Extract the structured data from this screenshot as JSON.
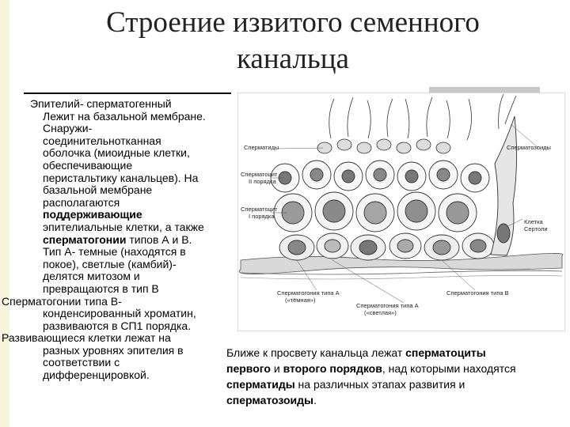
{
  "slide": {
    "title_line1": "Строение извитого семенного",
    "title_line2": "канальца"
  },
  "left_text": {
    "l1": "Эпителий- сперматогенный",
    "l2": "Лежит на базальной мембране.",
    "l3": "Снаружи-",
    "l4": "соединительнотканная",
    "l5": "оболочка (миоидные клетки,",
    "l6": "обеспечивающие",
    "l7": "перистальтику канальцев). На",
    "l8": "базальной мембране",
    "l9": "располагаются",
    "l10": "поддерживающие",
    "l11": "эпителиальные клетки, а также",
    "l12a": "сперматогонии",
    "l12b": " типов А и В.",
    "l13": "Тип А- темные (находятся в",
    "l14": "покое), светлые (камбий)-",
    "l15": "делятся митозом и",
    "l16": "превращаются в тип В",
    "l17": "Сперматогонии типа В-",
    "l18": "конденсированный хроматин,",
    "l19": "развиваются в СП1 порядка.",
    "l20": "Развивающиеся клетки лежат на",
    "l21": "разных уровнях эпителия в",
    "l22": "соответствии с",
    "l23": "дифференцировкой."
  },
  "diagram": {
    "label_spermatids": "Сперматиды",
    "label_spermatozoa": "Сперматозоиды",
    "label_spermatocyte2_a": "Сперматоцит",
    "label_spermatocyte2_b": "II порядка",
    "label_spermatocyte1_a": "Сперматоцит",
    "label_spermatocyte1_b": "I порядка",
    "label_sertoli_a": "Клетка",
    "label_sertoli_b": "Сертоли",
    "label_spermatogonia_a_dark_1": "Сперматогония типа А",
    "label_spermatogonia_a_dark_2": "(«тёмная»)",
    "label_spermatogonia_a_light_1": "Сперматогония типа А",
    "label_spermatogonia_a_light_2": "(«светлая»)",
    "label_spermatogonia_b": "Сперматогония типа В"
  },
  "right_text": {
    "r1a": "Ближе к просвету канальца лежат ",
    "r1b": "сперматоциты",
    "r2a": "первого",
    "r2b": " и ",
    "r2c": "второго порядков",
    "r2d": ", над которыми находятся",
    "r3a": "сперматиды",
    "r3b": " на различных этапах развития и",
    "r4a": "сперматозоиды",
    "r4b": "."
  }
}
